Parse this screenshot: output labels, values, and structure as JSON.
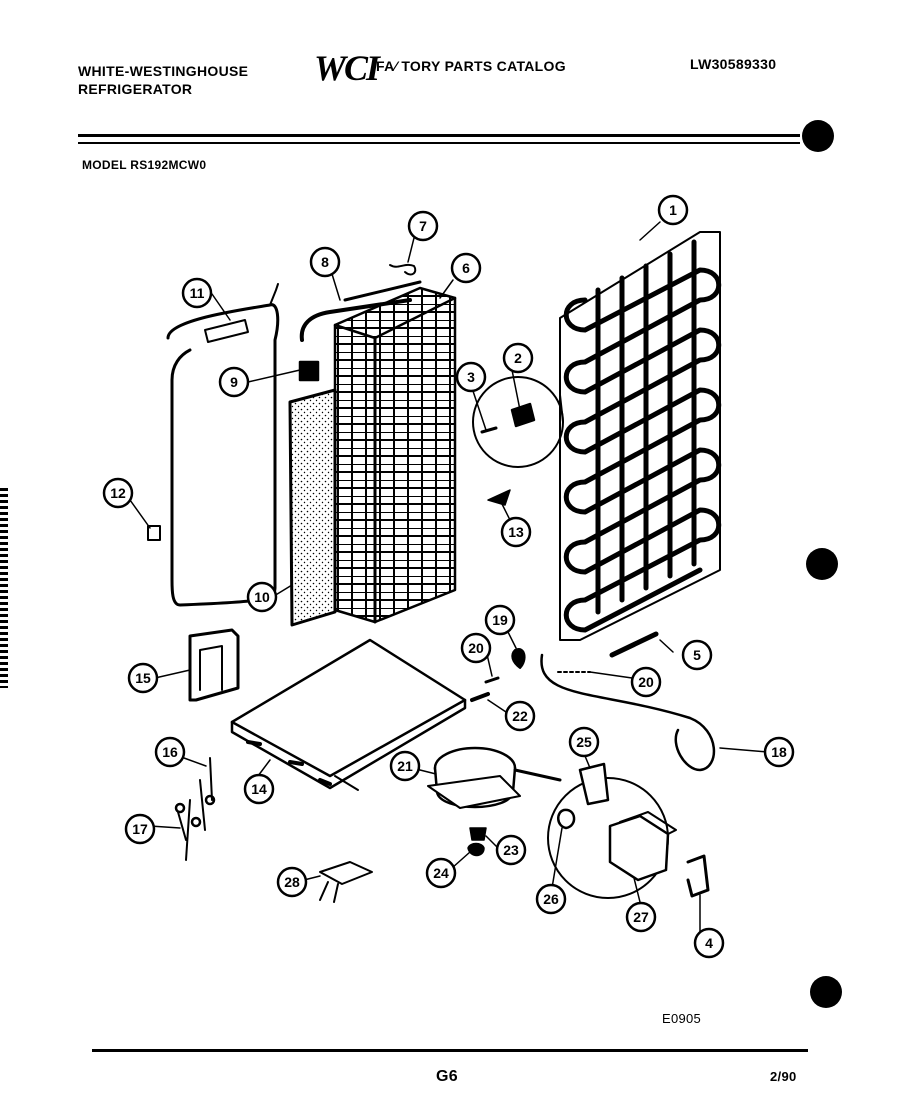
{
  "header": {
    "brand_line1": "WHITE-WESTINGHOUSE",
    "brand_line2": "REFRIGERATOR",
    "logo_text": "WCI",
    "catalog_title": "FA⁄ TORY PARTS CATALOG",
    "catalog_number": "LW30589330"
  },
  "model": "MODEL RS192MCW0",
  "diagram_code": "E0905",
  "footer": {
    "page": "G6",
    "date": "2/90"
  },
  "parts": [
    {
      "n": "1"
    },
    {
      "n": "2"
    },
    {
      "n": "3"
    },
    {
      "n": "4"
    },
    {
      "n": "5"
    },
    {
      "n": "6"
    },
    {
      "n": "7"
    },
    {
      "n": "8"
    },
    {
      "n": "9"
    },
    {
      "n": "10"
    },
    {
      "n": "11"
    },
    {
      "n": "12"
    },
    {
      "n": "13"
    },
    {
      "n": "14"
    },
    {
      "n": "15"
    },
    {
      "n": "16"
    },
    {
      "n": "17"
    },
    {
      "n": "18"
    },
    {
      "n": "19"
    },
    {
      "n": "20"
    },
    {
      "n": "20"
    },
    {
      "n": "21"
    },
    {
      "n": "22"
    },
    {
      "n": "23"
    },
    {
      "n": "24"
    },
    {
      "n": "25"
    },
    {
      "n": "26"
    },
    {
      "n": "27"
    },
    {
      "n": "28"
    }
  ]
}
